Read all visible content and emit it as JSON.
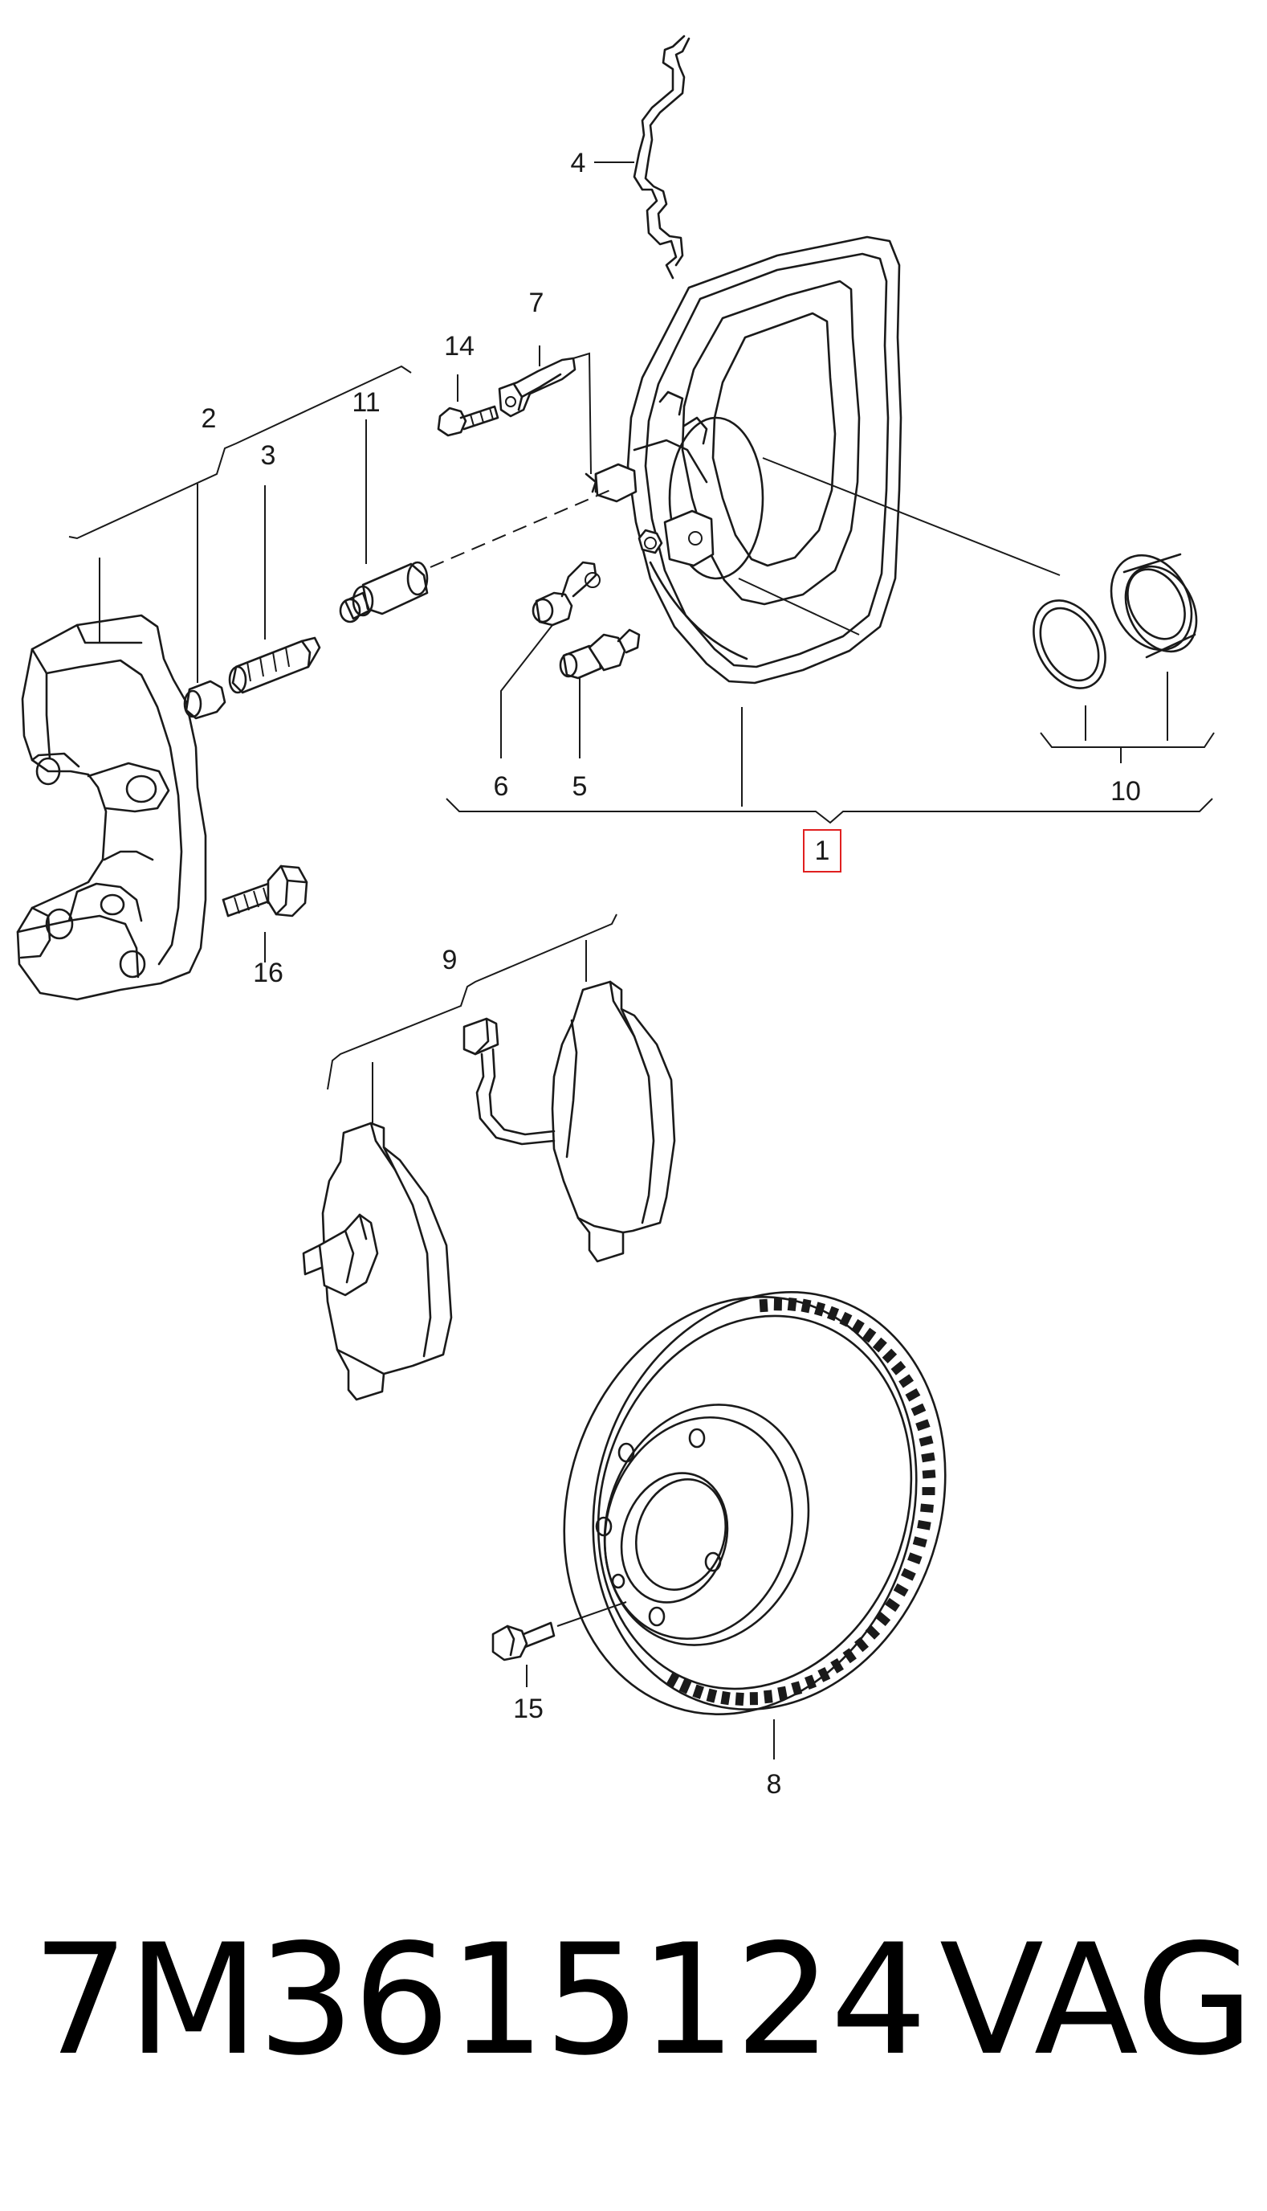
{
  "diagram": {
    "callouts": {
      "c1": "1",
      "c2": "2",
      "c3": "3",
      "c4": "4",
      "c5": "5",
      "c6": "6",
      "c7": "7",
      "c8": "8",
      "c9": "9",
      "c10": "10",
      "c11": "11",
      "c14": "14",
      "c15": "15",
      "c16": "16"
    },
    "highlighted_callout": "1",
    "highlight_color": "#e02020",
    "line_color": "#1a1a1a"
  },
  "caption": {
    "part_number": "7M3615124",
    "brand": "VAG"
  }
}
